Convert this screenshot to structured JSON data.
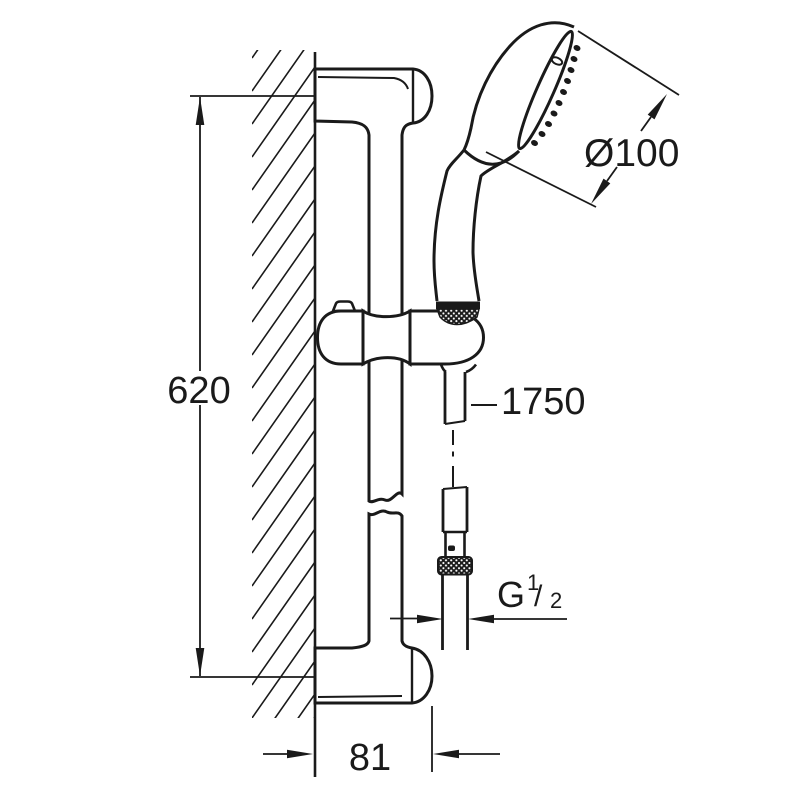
{
  "figure": {
    "background": "#ffffff",
    "ink_color": "#1a1a1a",
    "subject": "Wall-mounted shower slider rail set with hand shower and hose — technical dimension drawing"
  },
  "dims": {
    "rail": {
      "label": "620"
    },
    "head": {
      "label": "Ø100"
    },
    "hose": {
      "label": "1750"
    },
    "thread": {
      "prefix": "G",
      "numerator": "1",
      "slash": "/",
      "denominator": "2"
    },
    "offset": {
      "label": "81"
    }
  }
}
